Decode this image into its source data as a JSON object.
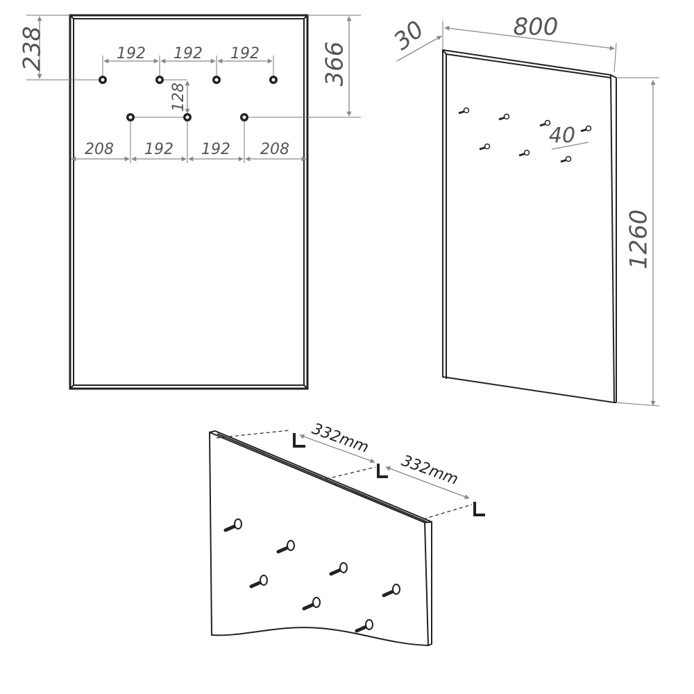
{
  "colors": {
    "line": "#222222",
    "dimension": "#888888",
    "text": "#555555",
    "background": "#ffffff"
  },
  "front_view": {
    "dim_top_hooks": "238",
    "dim_bottom_hooks": "366",
    "top_row_spacing": [
      "192",
      "192",
      "192"
    ],
    "row_gap": "128",
    "bottom_row_spacing": [
      "208",
      "192",
      "192",
      "208"
    ]
  },
  "side_view": {
    "depth": "30",
    "width": "800",
    "height": "1260",
    "hook_spacing": "40"
  },
  "mount_view": {
    "bracket_spacing_1": "332mm",
    "bracket_spacing_2": "332mm"
  }
}
